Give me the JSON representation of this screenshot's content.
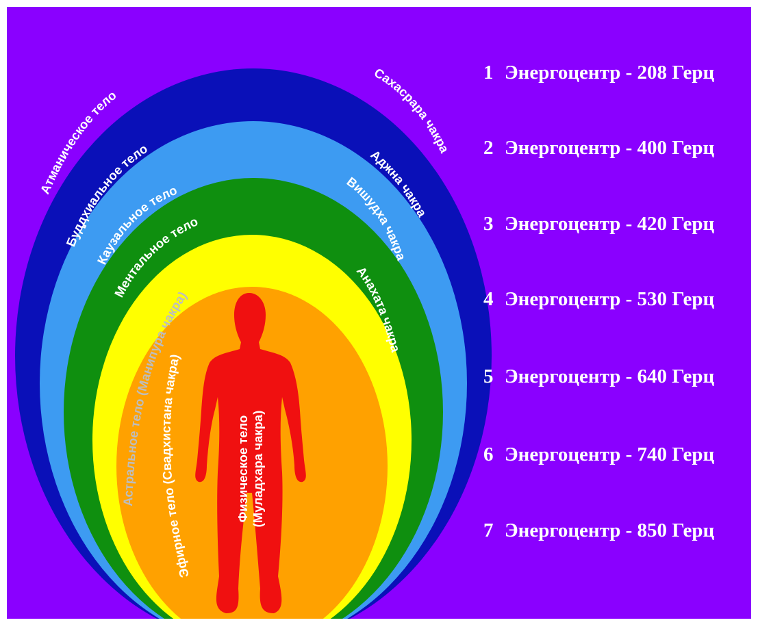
{
  "colors": {
    "background": "#8a00ff",
    "frame": "#ffffff",
    "atmanic": "#0a10b8",
    "buddhic": "#3d9bf2",
    "causal": "#0f8f0f",
    "mental": "#ffff00",
    "astral": "#ffa100",
    "figure": "#f01010",
    "label_white": "#ffffff",
    "label_grey": "#bdbdbd"
  },
  "layers": [
    {
      "body": "Атманическое тело",
      "chakra": "Сахасрара чакра"
    },
    {
      "body": "Буддхиальное тело",
      "chakra": "Аджна чакра"
    },
    {
      "body": "Каузальное тело",
      "chakra": "Вишудха чакра"
    },
    {
      "body": "Ментальное тело",
      "chakra": "Анахата чакра"
    },
    {
      "body": "Астральное тело (Манипура чакра)"
    },
    {
      "body": "Эфирное тело (Свадхистана чакра)"
    },
    {
      "body": "Физическое тело",
      "chakra": "(Муладхара чакра)"
    }
  ],
  "frequencies": [
    {
      "num": "1",
      "text": "Энергоцентр - 208 Герц"
    },
    {
      "num": "2",
      "text": "Энергоцентр - 400 Герц"
    },
    {
      "num": "3",
      "text": "Энергоцентр - 420 Герц"
    },
    {
      "num": "4",
      "text": "Энергоцентр - 530 Герц"
    },
    {
      "num": "5",
      "text": "Энергоцентр - 640 Герц"
    },
    {
      "num": "6",
      "text": "Энергоцентр - 740 Герц"
    },
    {
      "num": "7",
      "text": "Энергоцентр - 850 Герц"
    }
  ]
}
